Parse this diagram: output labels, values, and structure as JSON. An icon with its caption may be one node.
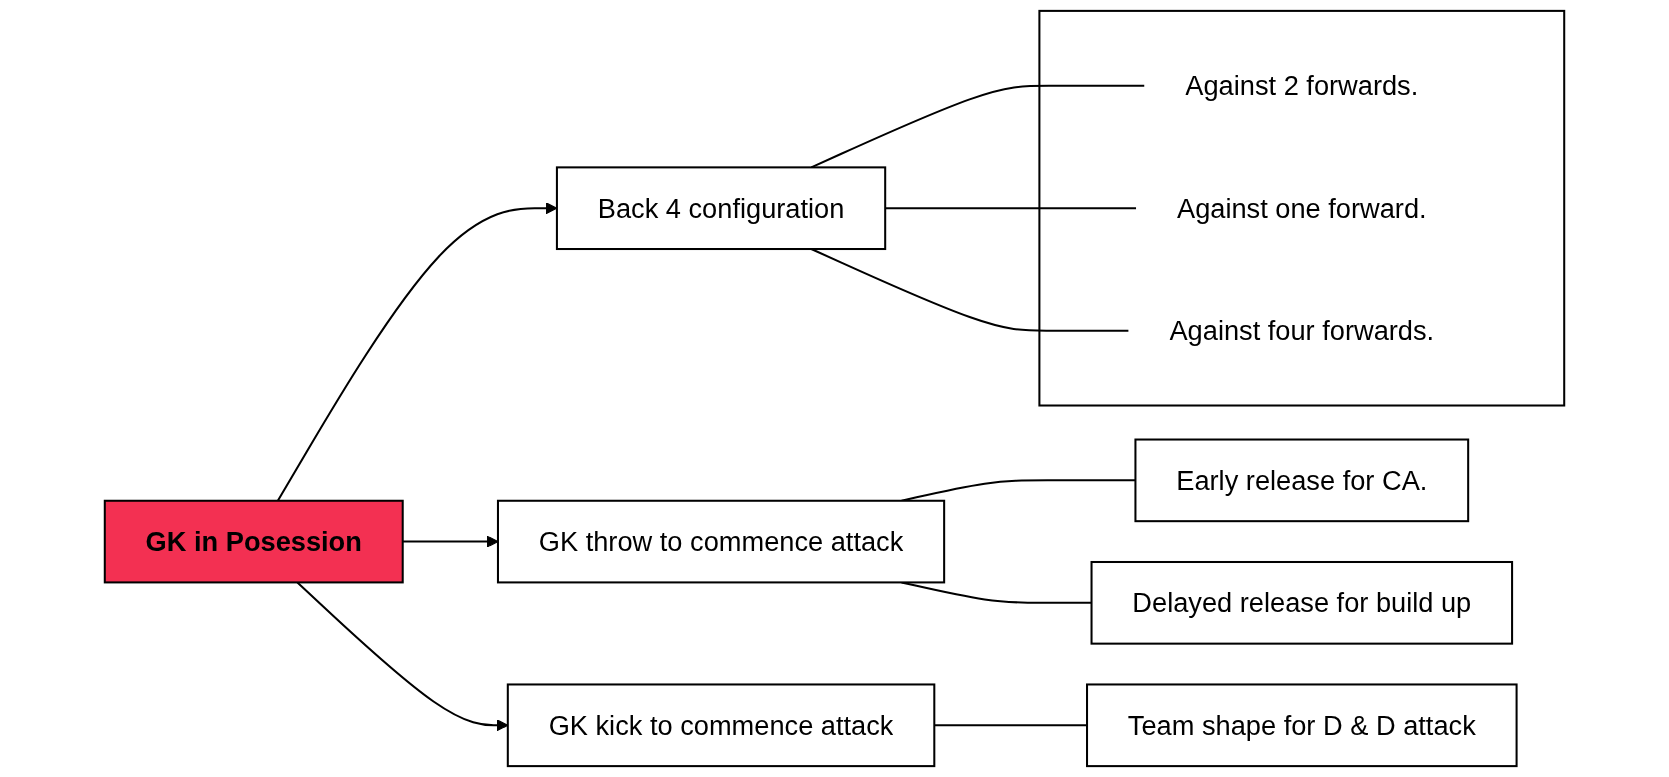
{
  "diagram": {
    "nodes": [
      {
        "text": [
          "GK in Posession"
        ]
      },
      {
        "text": [
          "Back 4 configuration"
        ]
      },
      {
        "text": [],
        "shape": "box"
      },
      {
        "text": [
          "Against 2 forwards."
        ],
        "in": 2
      },
      {
        "text": [
          "Against one forward."
        ],
        "in": 2
      },
      {
        "text": [
          "Against four forwards."
        ],
        "in": 2
      },
      {
        "text": [
          "GK throw to commence attack"
        ]
      },
      {
        "text": [
          "Early release for CA."
        ]
      },
      {
        "text": [
          "Delayed release for build up"
        ]
      },
      {
        "text": [
          "GK kick to commence attack"
        ]
      },
      {
        "text": [
          "Team shape for D & D attack"
        ]
      }
    ],
    "edges": [
      {
        "from": 0,
        "to": 1,
        "arrow": "to"
      },
      {
        "from": 0,
        "to": 6,
        "arrow": "to"
      },
      {
        "from": 0,
        "to": 9,
        "arrow": "to"
      },
      {
        "from": 1,
        "to": 3,
        "arrow": "none"
      },
      {
        "from": 1,
        "to": 4,
        "arrow": "none"
      },
      {
        "from": 1,
        "to": 5,
        "arrow": "none"
      },
      {
        "from": 6,
        "to": 7,
        "arrow": "none"
      },
      {
        "from": 6,
        "to": 8,
        "arrow": "none"
      },
      {
        "from": 9,
        "to": 10,
        "arrow": "none"
      }
    ]
  }
}
